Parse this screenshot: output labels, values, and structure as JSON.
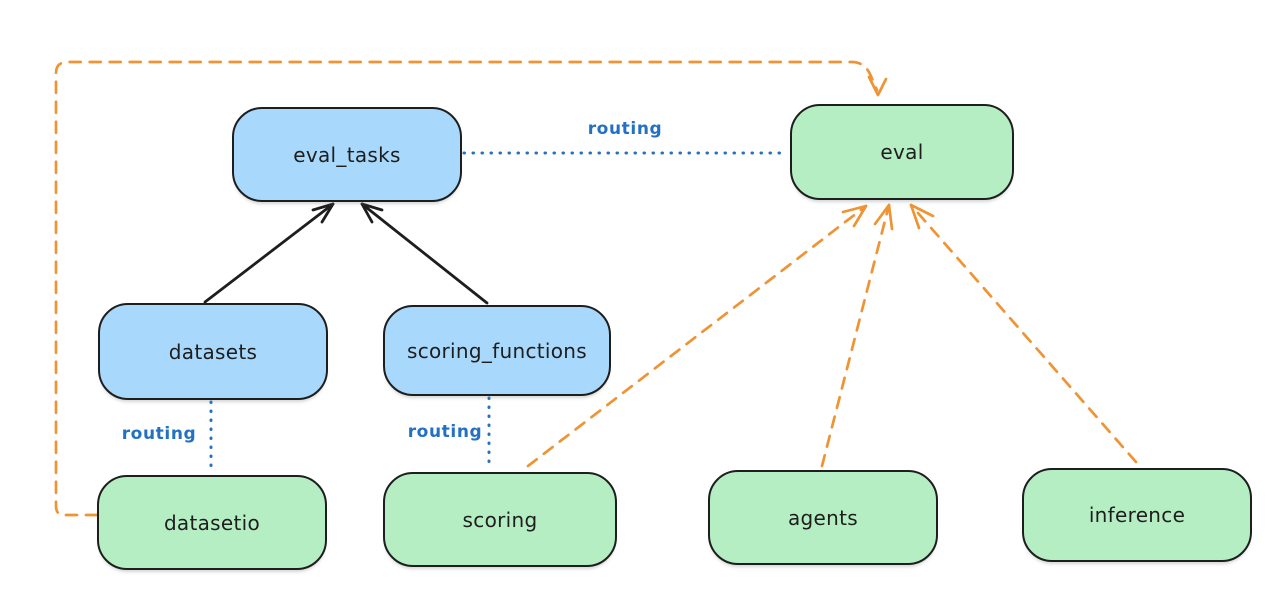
{
  "diagram": {
    "colors": {
      "background": "#ffffff",
      "stroke": "#1e1e1e",
      "blue_node_fill": "#a8d8fb",
      "green_node_fill": "#b6eec3",
      "routing_blue": "#2470c2",
      "orange": "#ee9434"
    },
    "nodes": {
      "eval_tasks": {
        "label": "eval_tasks",
        "fill": "#a8d8fb"
      },
      "eval": {
        "label": "eval",
        "fill": "#b6eec3"
      },
      "datasets": {
        "label": "datasets",
        "fill": "#a8d8fb"
      },
      "scoring_functions": {
        "label": "scoring_functions",
        "fill": "#a8d8fb"
      },
      "datasetio": {
        "label": "datasetio",
        "fill": "#b6eec3"
      },
      "scoring": {
        "label": "scoring",
        "fill": "#b6eec3"
      },
      "agents": {
        "label": "agents",
        "fill": "#b6eec3"
      },
      "inference": {
        "label": "inference",
        "fill": "#b6eec3"
      }
    },
    "edges": [
      {
        "from": "datasets",
        "to": "eval_tasks",
        "style": "solid-arrow",
        "color": "#1e1e1e"
      },
      {
        "from": "scoring_functions",
        "to": "eval_tasks",
        "style": "solid-arrow",
        "color": "#1e1e1e"
      },
      {
        "from": "eval_tasks",
        "to": "eval",
        "style": "dotted-line",
        "color": "#2470c2",
        "label": "routing"
      },
      {
        "from": "datasets",
        "to": "datasetio",
        "style": "dotted-line",
        "color": "#2470c2",
        "label": "routing"
      },
      {
        "from": "scoring_functions",
        "to": "scoring",
        "style": "dotted-line",
        "color": "#2470c2",
        "label": "routing"
      },
      {
        "from": "datasetio",
        "to": "eval",
        "style": "dashed-arrow",
        "color": "#ee9434",
        "route": "around-left-and-top"
      },
      {
        "from": "scoring",
        "to": "eval",
        "style": "dashed-arrow",
        "color": "#ee9434"
      },
      {
        "from": "agents",
        "to": "eval",
        "style": "dashed-arrow",
        "color": "#ee9434"
      },
      {
        "from": "inference",
        "to": "eval",
        "style": "dashed-arrow",
        "color": "#ee9434"
      }
    ]
  }
}
